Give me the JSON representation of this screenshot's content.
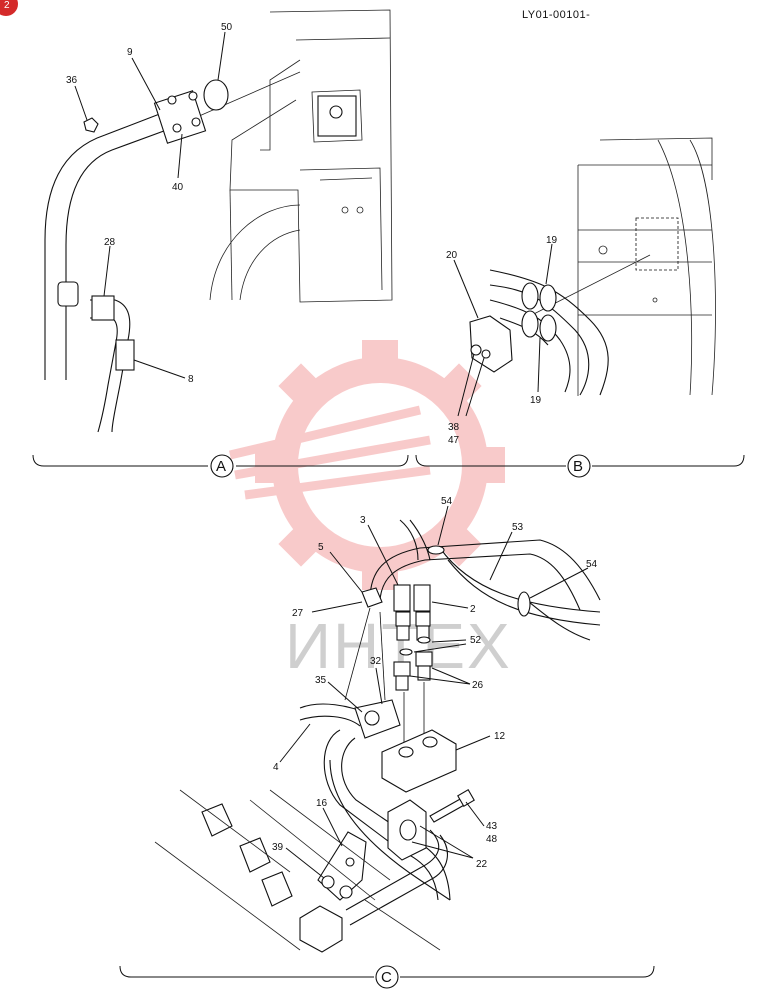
{
  "document_id": "LY01-00101-",
  "corner_badge": "2",
  "watermark": {
    "text": "ИНТЕХ",
    "color": "#f08080"
  },
  "sections": [
    {
      "letter": "A",
      "label_numbers": [
        "50",
        "9",
        "36",
        "40",
        "28",
        "8"
      ]
    },
    {
      "letter": "B",
      "label_numbers": [
        "20",
        "19",
        "19",
        "38",
        "47"
      ]
    },
    {
      "letter": "C",
      "label_numbers": [
        "3",
        "54",
        "53",
        "54",
        "5",
        "27",
        "2",
        "52",
        "32",
        "35",
        "26",
        "4",
        "12",
        "16",
        "43",
        "48",
        "39",
        "22"
      ]
    }
  ],
  "labels": {
    "l50": "50",
    "l9": "9",
    "l36": "36",
    "l40": "40",
    "l28": "28",
    "l8": "8",
    "l20": "20",
    "l19a": "19",
    "l19b": "19",
    "l38": "38",
    "l47": "47",
    "l3": "3",
    "l54a": "54",
    "l53": "53",
    "l54b": "54",
    "l5": "5",
    "l27": "27",
    "l2": "2",
    "l52": "52",
    "l32": "32",
    "l35": "35",
    "l26": "26",
    "l4": "4",
    "l12": "12",
    "l16": "16",
    "l43": "43",
    "l48": "48",
    "l39": "39",
    "l22": "22"
  }
}
